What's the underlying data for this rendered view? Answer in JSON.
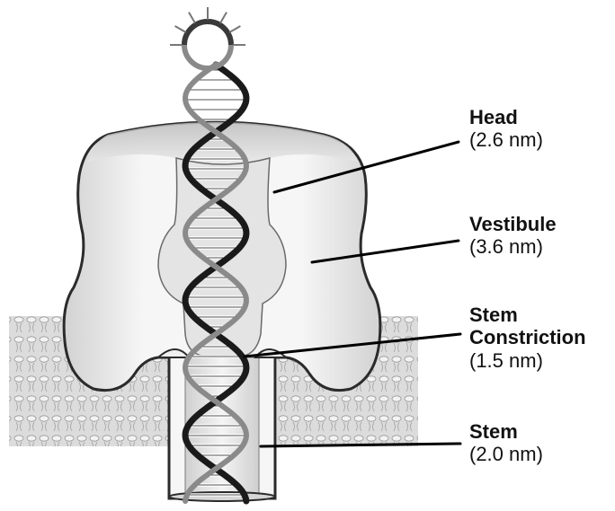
{
  "labels": {
    "head": {
      "name": "Head",
      "size": "(2.6 nm)"
    },
    "vestibule": {
      "name": "Vestibule",
      "size": "(3.6 nm)"
    },
    "constriction": {
      "name_line1": "Stem",
      "name_line2": "Constriction",
      "size": "(1.5 nm)"
    },
    "stem": {
      "name": "Stem",
      "size": "(2.0 nm)"
    }
  },
  "colors": {
    "pore_fill": "#eeeeee",
    "pore_edge": "#2b2b2b",
    "membrane": "#d9d9d9",
    "dna_dark": "#1a1a1a",
    "dna_mid": "#8a8a8a"
  }
}
